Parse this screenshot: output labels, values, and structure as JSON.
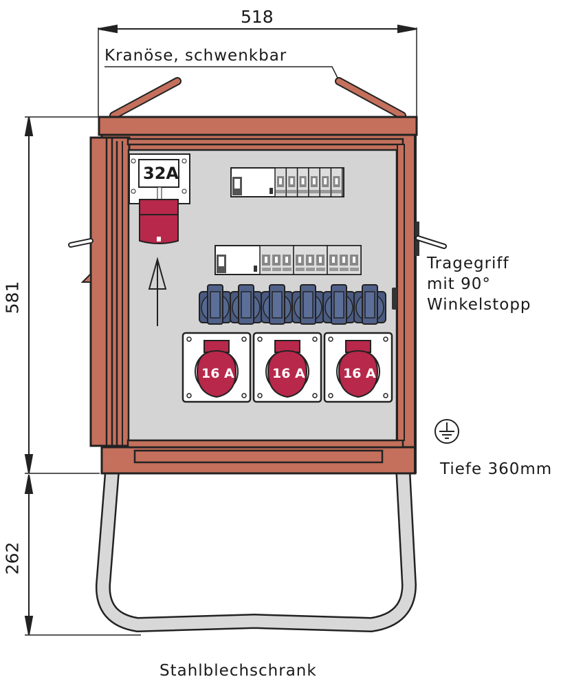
{
  "drawing": {
    "title": "Stahlblechschrank",
    "dimensions": {
      "width": "518",
      "height": "581",
      "frame_height": "262"
    },
    "annotations": {
      "crane_eye": "Kranöse, schwenkbar",
      "handle_line1": "Tragegriff",
      "handle_line2": "mit 90°",
      "handle_line3": "Winkelstopp",
      "depth": "Tiefe 360mm"
    },
    "components": {
      "cee_inlet": "32A",
      "cee_sockets": [
        "16 A",
        "16 A",
        "16 A"
      ],
      "schuko_socket_count": 6,
      "upper_breaker_modules": 6,
      "lower_breaker_groups": 3
    },
    "symbols": [
      "earth-ground-icon",
      "arrow-up-icon"
    ],
    "colors": {
      "housing": "#c4705c",
      "panel": "#d4d4d4",
      "cee_red": "#b8284a",
      "schuko_blue": "#4a5a80",
      "frame": "#d8d8d8",
      "outline": "#222222"
    }
  }
}
